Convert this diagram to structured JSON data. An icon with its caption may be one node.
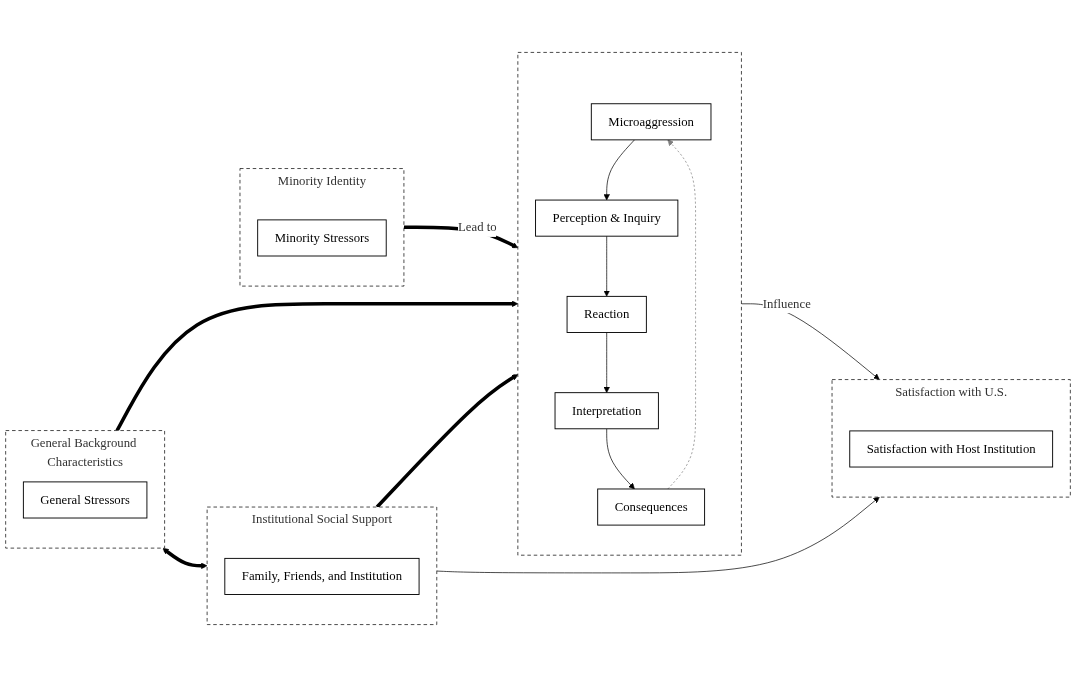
{
  "diagram": {
    "nodes": [
      {
        "text": [
          "Minority Identity"
        ]
      },
      {
        "text": [
          "Minority Stressors"
        ],
        "in": 0
      },
      {
        "text": [],
        "shape": "box"
      },
      {
        "text": [
          "Microaggression"
        ],
        "in": 2
      },
      {
        "text": [
          "Perception & Inquiry"
        ],
        "in": 2
      },
      {
        "text": [
          "Reaction"
        ],
        "in": 2
      },
      {
        "text": [
          "Interpretation"
        ],
        "in": 2
      },
      {
        "text": [
          "Consequences"
        ],
        "in": 2
      },
      {
        "text": [
          "Satisfaction with U.S."
        ]
      },
      {
        "text": [
          "Satisfaction with Host Institution"
        ],
        "in": 8
      },
      {
        "text": [
          "General Background Characteristics"
        ]
      },
      {
        "text": [
          "General Stressors"
        ],
        "in": 10
      },
      {
        "text": [
          "Institutional Social Support"
        ]
      },
      {
        "text": [
          "Family, Friends, and Institution"
        ],
        "in": 12
      }
    ],
    "edges": [
      {
        "from": 0,
        "to": 2,
        "arrow": "to",
        "label": "Lead to",
        "style": "thick"
      },
      {
        "from": 3,
        "to": 4,
        "arrow": "to"
      },
      {
        "from": 4,
        "to": 5,
        "arrow": "to"
      },
      {
        "from": 5,
        "to": 6,
        "arrow": "to"
      },
      {
        "from": 6,
        "to": 7,
        "arrow": "to"
      },
      {
        "from": 7,
        "to": 3,
        "arrow": "to",
        "style": "dashed",
        "color": "#808080"
      },
      {
        "from": 2,
        "to": 8,
        "arrow": "to",
        "label": "Influence"
      },
      {
        "from": 12,
        "to": 8,
        "arrow": "to"
      },
      {
        "from": 10,
        "to": 12,
        "arrow": "both",
        "style": "thick"
      },
      {
        "from": 10,
        "to": 2,
        "arrow": "to",
        "style": "thick"
      },
      {
        "from": 12,
        "to": 2,
        "arrow": "to",
        "style": "thick"
      }
    ]
  }
}
